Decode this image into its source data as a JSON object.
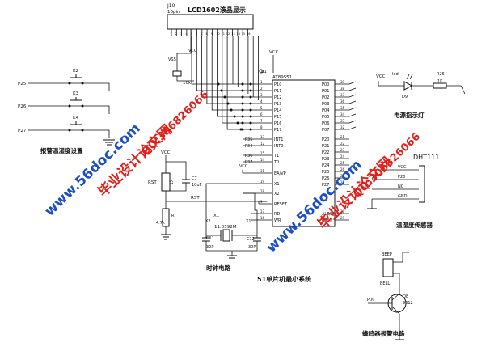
{
  "lcd": {
    "ref": "J10",
    "pins": "16pin",
    "title": "LCD1602液晶显示"
  },
  "mcu": {
    "ref": "U1",
    "part": "AT89S51",
    "vcc": "VCC",
    "left_pins": [
      "P10",
      "P11",
      "P12",
      "P13",
      "P14",
      "P15",
      "P16",
      "P17",
      "INT1",
      "INT0",
      "T1",
      "T0",
      "EA/VP",
      "X1",
      "X2",
      "RESET",
      "RD",
      "WR"
    ],
    "right_pins": [
      "P00",
      "P01",
      "P02",
      "P03",
      "P04",
      "P05",
      "P06",
      "P07",
      "P20",
      "P21",
      "P22",
      "P23",
      "P24",
      "P25",
      "P26",
      "P27",
      "ALE/P",
      "PSEN"
    ],
    "left_nums": [
      "1",
      "2",
      "3",
      "4",
      "5",
      "6",
      "7",
      "8",
      "13",
      "12",
      "15",
      "14",
      "31",
      "19",
      "18",
      "9",
      "17",
      "16"
    ],
    "right_nums": [
      "39",
      "38",
      "37",
      "36",
      "35",
      "34",
      "33",
      "32",
      "21",
      "22",
      "23",
      "24",
      "25",
      "26",
      "27",
      "28",
      "30",
      "29"
    ],
    "net_labels": [
      "P35",
      "P34",
      "P36",
      "P37"
    ],
    "section": "51单片机最小系统"
  },
  "keys": {
    "labels": [
      "K2",
      "K3",
      "K4"
    ],
    "nets": [
      "P25",
      "P26",
      "P27"
    ],
    "section": "报警温湿度设置"
  },
  "contrast": {
    "vcc": "VCC",
    "pot": "10k",
    "label": "VSS"
  },
  "led": {
    "vcc": "VCC",
    "name": "led",
    "ref": "D9",
    "res_ref": "R25",
    "res_val": "1K",
    "section": "电源指示灯"
  },
  "sensor": {
    "name": "DHT111",
    "pins": [
      "VCC",
      "P20",
      "NC",
      "GND"
    ],
    "section": "温湿度传感器"
  },
  "reset": {
    "vcc": "VCC",
    "button": "RST",
    "key_ref": "K1",
    "cap_ref": "C7",
    "cap_val": "10uF",
    "net": "RST",
    "res_ref": "R",
    "res_val": "4.7k"
  },
  "clock": {
    "x_ref": "X1",
    "x_val": "11.0592M",
    "c1_ref": "C11",
    "c1_val": "30P",
    "c2_ref": "C12",
    "c2_val": "30P",
    "x2": "X2",
    "x1": "X1",
    "section": "时钟电路"
  },
  "buzzer": {
    "part": "BEEP",
    "ref": "BELL",
    "q_ref": "Q8",
    "q_part": "9012",
    "net": "P00",
    "section": "蜂鸣器报警电路"
  },
  "watermarks": [
    "毕业设计论文网",
    "www.56doc.com",
    "QQ:306826066",
    "毕业设计论文网",
    "www.56doc.com",
    "QQ:306826066"
  ]
}
